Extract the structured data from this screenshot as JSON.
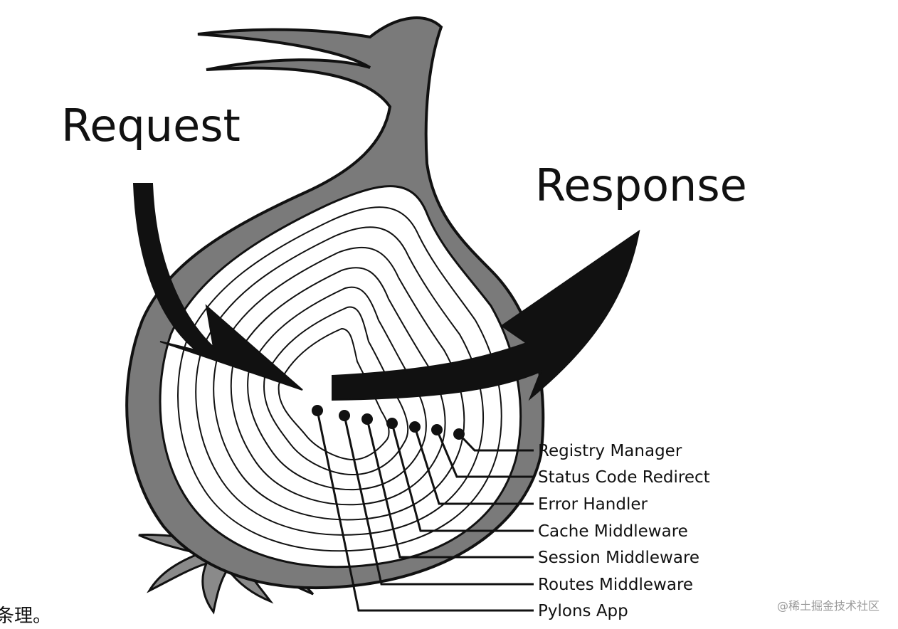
{
  "diagram": {
    "request_label": "Request",
    "response_label": "Response",
    "layers": [
      "Registry Manager",
      "Status Code Redirect",
      "Error Handler",
      "Cache Middleware",
      "Session Middleware",
      "Routes Middleware",
      "Pylons App"
    ]
  },
  "caption_fragment": "条理。",
  "watermark": "@稀土掘金技术社区",
  "colors": {
    "ink": "#111111",
    "skin": "#7a7a7a",
    "flesh": "#ffffff",
    "watermark": "#9a9a9a"
  }
}
